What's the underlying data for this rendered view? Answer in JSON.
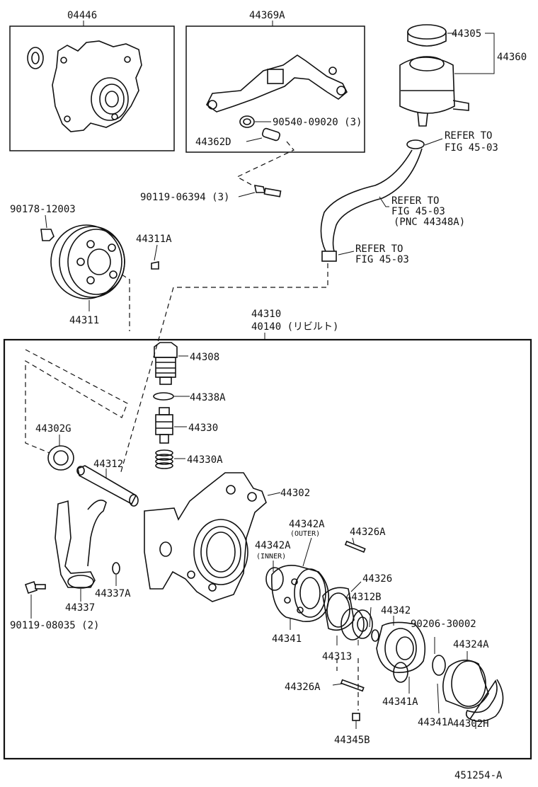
{
  "labels": {
    "gasket_kit": "04446",
    "bracket_kit": "44369A",
    "cap": "44305",
    "reservoir": "44360",
    "bolt_90540": "90540-09020 (3)",
    "spacer_44362d": "44362D",
    "bolt_90119_06394": "90119-06394 (3)",
    "refer_1": "REFER TO",
    "refer_1b": "FIG 45-03",
    "refer_2": "REFER TO",
    "refer_2b": "FIG 45-03",
    "refer_2c": "(PNC 44348A)",
    "refer_3": "REFER TO",
    "refer_3b": "FIG 45-03",
    "nut_90178": "90178-12003",
    "key_44311a": "44311A",
    "pulley": "44311",
    "pump_assy": "44310",
    "pump_rebuilt": "40140 (リビルト)",
    "union": "44308",
    "oring_44338a": "44338A",
    "valve": "44330",
    "spring": "44330A",
    "seal_44302g": "44302G",
    "shaft": "44312",
    "housing": "44302",
    "plate_outer": "44342A",
    "plate_outer_note": "(OUTER)",
    "plate_inner": "44342A",
    "plate_inner_note": "(INNER)",
    "pin_top": "44326A",
    "ring_44326": "44326",
    "clip": "44312B",
    "plate_44342": "44342",
    "oring_90206": "90206-30002",
    "cover": "44324A",
    "body_44341": "44341",
    "rotor": "44313",
    "pin_bottom": "44326A",
    "gasket_44341a_1": "44341A",
    "gasket_44341a_2": "44341A",
    "snap_ring": "44302H",
    "vane": "44345B",
    "suction_port": "44337",
    "oring_44337a": "44337A",
    "bolt_90119_08035": "90119-08035 (2)",
    "figure_id": "451254-A"
  }
}
